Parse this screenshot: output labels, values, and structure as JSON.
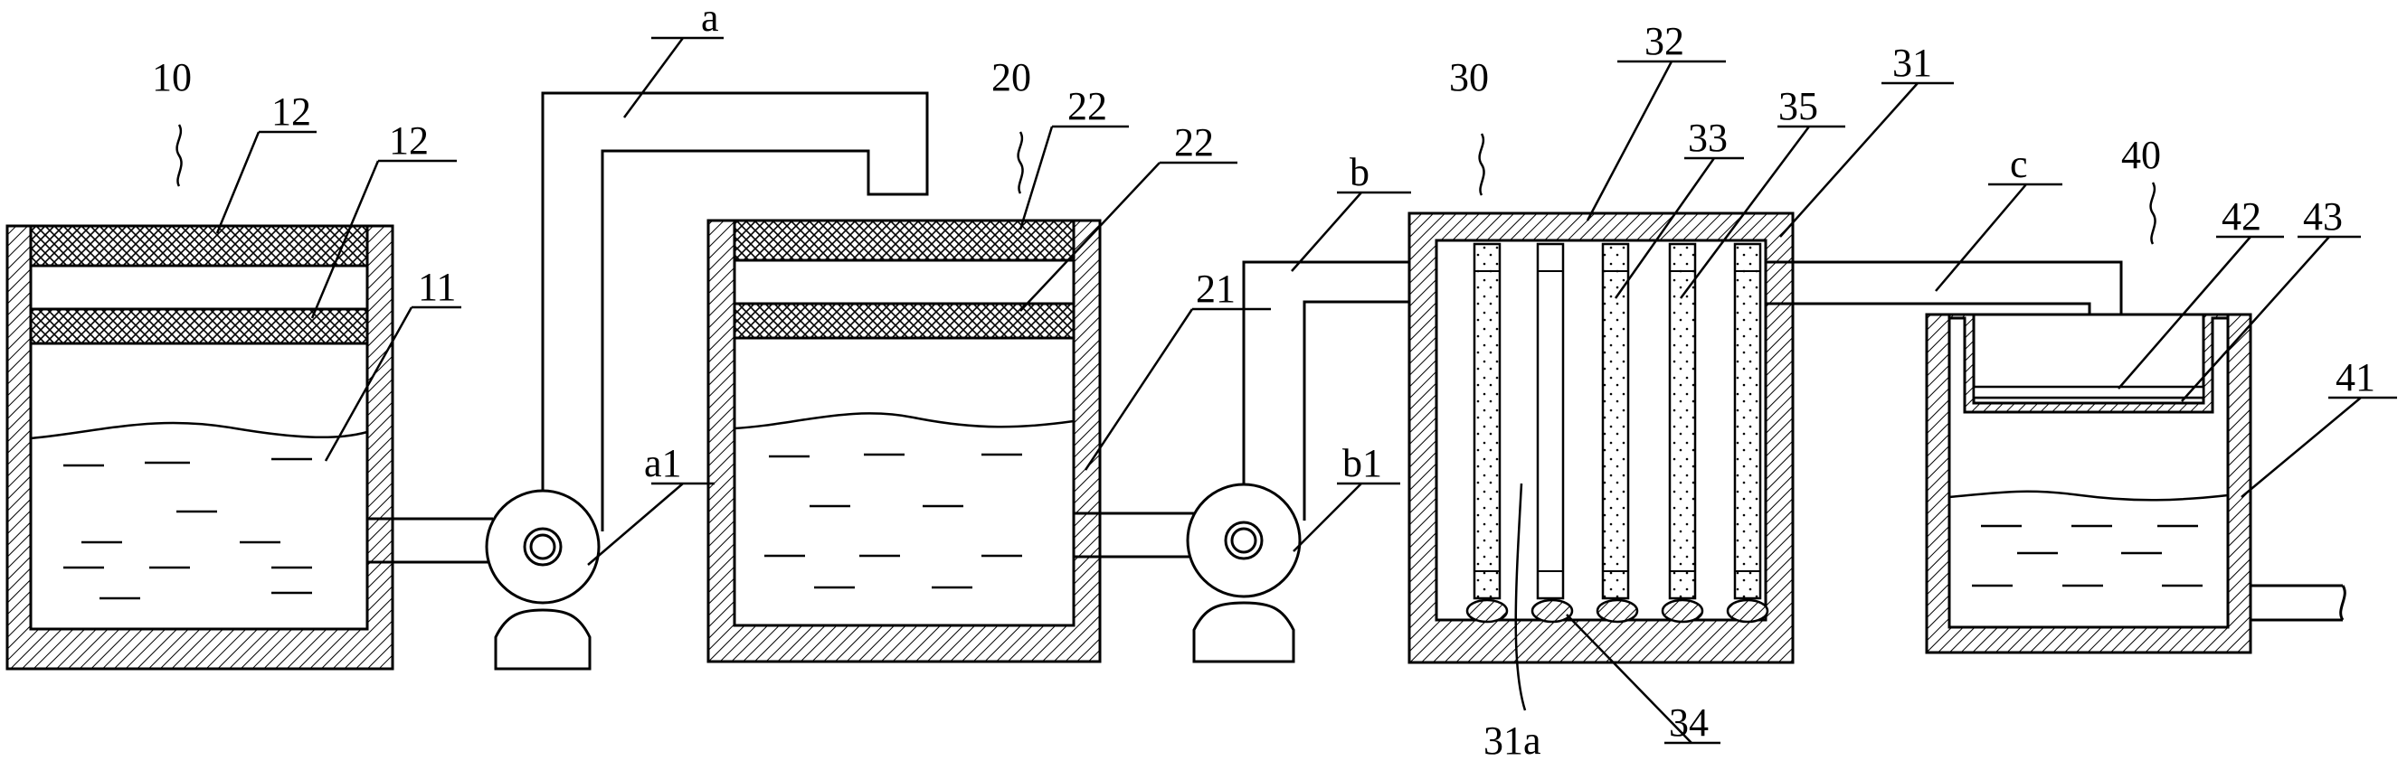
{
  "labels": {
    "tank10": "10",
    "tank20": "20",
    "tank30": "30",
    "tank40": "40",
    "t10_layer_top": "12",
    "t10_layer_mid": "12",
    "t10_liquid": "11",
    "t20_layer_top": "22",
    "t20_layer_mid": "22",
    "t20_wall": "21",
    "pipe_a": "a",
    "pump_a1": "a1",
    "pipe_b": "b",
    "pump_b1": "b1",
    "t30_lid": "32",
    "t30_tube_33": "33",
    "t30_tube_35": "35",
    "t30_wall": "31",
    "t30_inlet": "31a",
    "t30_base": "34",
    "pipe_c": "c",
    "t40_tray": "42",
    "t40_rim": "43",
    "t40_wall": "41"
  },
  "colors": {
    "line": "#000000",
    "background": "#ffffff"
  }
}
